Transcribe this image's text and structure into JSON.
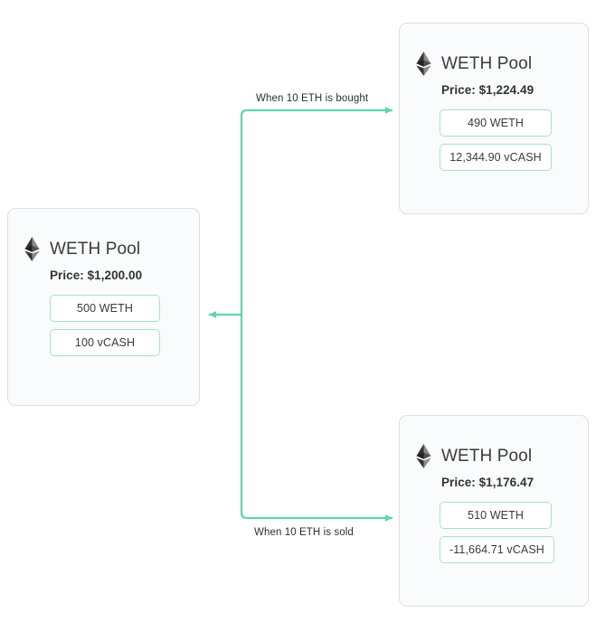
{
  "diagram": {
    "type": "flow-diagram",
    "accent_color": "#5fd7a7",
    "card_border_color": "#dcdfe3",
    "card_background": "#fafbfc",
    "pill_border_color": "#a5e2cc",
    "token_icon": "ethereum-icon"
  },
  "cards": {
    "base": {
      "title": "WETH Pool",
      "price": "Price: $1,200.00",
      "reserves": [
        {
          "label": "500 WETH"
        },
        {
          "label": "100 vCASH"
        }
      ]
    },
    "bought": {
      "title": "WETH Pool",
      "price": "Price: $1,224.49",
      "reserves": [
        {
          "label": "490 WETH"
        },
        {
          "label": "12,344.90 vCASH"
        }
      ]
    },
    "sold": {
      "title": "WETH Pool",
      "price": "Price: $1,176.47",
      "reserves": [
        {
          "label": "510 WETH"
        },
        {
          "label": "-11,664.71 vCASH"
        }
      ]
    }
  },
  "edges": {
    "bought_label": "When 10 ETH is bought",
    "sold_label": "When 10 ETH is sold"
  }
}
